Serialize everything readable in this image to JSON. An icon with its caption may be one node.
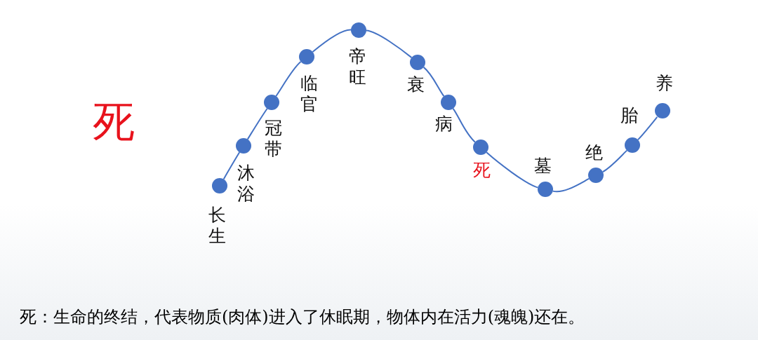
{
  "diagram": {
    "caption": "死：生命的终结，代表物质(肉体)进入了休眠期，物体内在活力(魂魄)还在。",
    "nodes": [
      {
        "text": [],
        "shape": "circle",
        "beside": [
          "长生"
        ]
      },
      {
        "text": [],
        "shape": "circle",
        "beside": [
          "沐浴"
        ]
      },
      {
        "text": [],
        "shape": "circle",
        "beside": [
          "冠带"
        ]
      },
      {
        "text": [],
        "shape": "circle",
        "beside": [
          "临官"
        ]
      },
      {
        "text": [],
        "shape": "circle",
        "beside": [
          "帝旺"
        ]
      },
      {
        "text": [],
        "shape": "circle",
        "beside": [
          "衰"
        ]
      },
      {
        "text": [],
        "shape": "circle",
        "beside": [
          "病"
        ]
      },
      {
        "text": [],
        "shape": "circle",
        "beside": [
          "死"
        ]
      },
      {
        "text": [],
        "shape": "circle",
        "beside": [
          "墓"
        ]
      },
      {
        "text": [],
        "shape": "circle",
        "beside": [
          "绝"
        ]
      },
      {
        "text": [],
        "shape": "circle",
        "beside": [
          "胎"
        ]
      },
      {
        "text": [],
        "shape": "circle",
        "beside": [
          "养"
        ]
      }
    ],
    "edges": [
      {
        "from": 0,
        "to": 1,
        "arrow": "none"
      },
      {
        "from": 1,
        "to": 2,
        "arrow": "none"
      },
      {
        "from": 2,
        "to": 3,
        "arrow": "none"
      },
      {
        "from": 3,
        "to": 4,
        "arrow": "none"
      },
      {
        "from": 4,
        "to": 5,
        "arrow": "none"
      },
      {
        "from": 5,
        "to": 6,
        "arrow": "none"
      },
      {
        "from": 6,
        "to": 7,
        "arrow": "none"
      },
      {
        "from": 7,
        "to": 8,
        "arrow": "none"
      },
      {
        "from": 8,
        "to": 9,
        "arrow": "none"
      },
      {
        "from": 9,
        "to": 10,
        "arrow": "none"
      },
      {
        "from": 10,
        "to": 11,
        "arrow": "none"
      }
    ],
    "labels": [
      "死"
    ]
  }
}
